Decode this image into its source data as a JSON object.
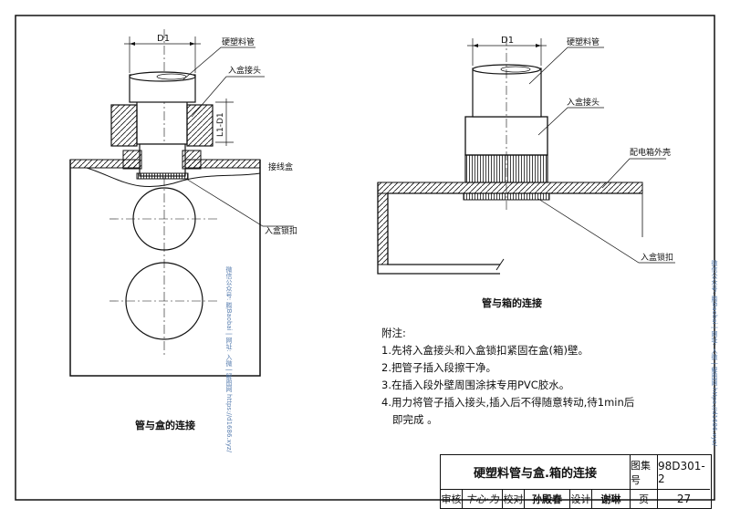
{
  "labels": {
    "d1_left": "D1",
    "d1_right": "D1",
    "l1": "L1-D1",
    "pipe_left": "硬塑料管",
    "connector_left": "入盒接头",
    "junction_box": "接线盒",
    "locknut_left": "入盒锁扣",
    "pipe_right": "硬塑料管",
    "connector_right": "入盒接头",
    "cabinet_shell": "配电箱外壳",
    "locknut_right": "入盒锁扣"
  },
  "captions": {
    "box": "管与盒的连接",
    "cabinet": "管与箱的连接"
  },
  "notes": {
    "title": "附注:",
    "items": [
      "1.先将入盒接头和入盒锁扣紧固在盒(箱)壁。",
      "2.把管子插入段擦干净。",
      "3.在插入段外壁周围涂抹专用PVC胶水。",
      "4.用力将管子插入接头,插入后不得随意转动,待1min后",
      "即完成 。"
    ]
  },
  "title_block": {
    "title": "硬塑料管与盒.箱的连接",
    "atlas_label": "图集号",
    "atlas_no": "98D301-2",
    "review": "审核",
    "review_sign": "卞心·为",
    "check": "校对",
    "check_sign": "孙殿春",
    "design": "设计",
    "design_sign": "谢琳",
    "page_label": "页",
    "page_no": "27"
  },
  "watermark": {
    "left": "微信公众号: 腾Baobai | 网址: 入微 | 解图网 https://d1686.xyz/",
    "right": "微信公众号: 腾Baobai | 网址: 入微 | 解图网 https://d1686.xyz/"
  }
}
